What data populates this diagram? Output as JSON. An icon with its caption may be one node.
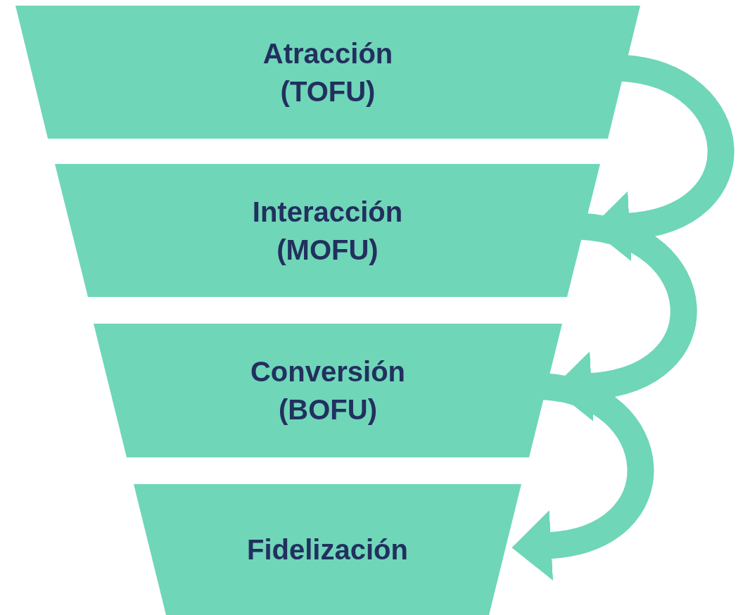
{
  "diagram": {
    "nodes": [
      {
        "text": [
          "Atracción (TOFU)"
        ]
      },
      {
        "text": [
          "Interacción (MOFU)"
        ]
      },
      {
        "text": [
          "Conversión (BOFU)"
        ]
      },
      {
        "text": [
          "Fidelización"
        ]
      }
    ],
    "edges": [
      {
        "from": 0,
        "to": 1,
        "arrow": "to"
      },
      {
        "from": 1,
        "to": 2,
        "arrow": "to"
      },
      {
        "from": 2,
        "to": 3,
        "arrow": "to"
      }
    ]
  }
}
